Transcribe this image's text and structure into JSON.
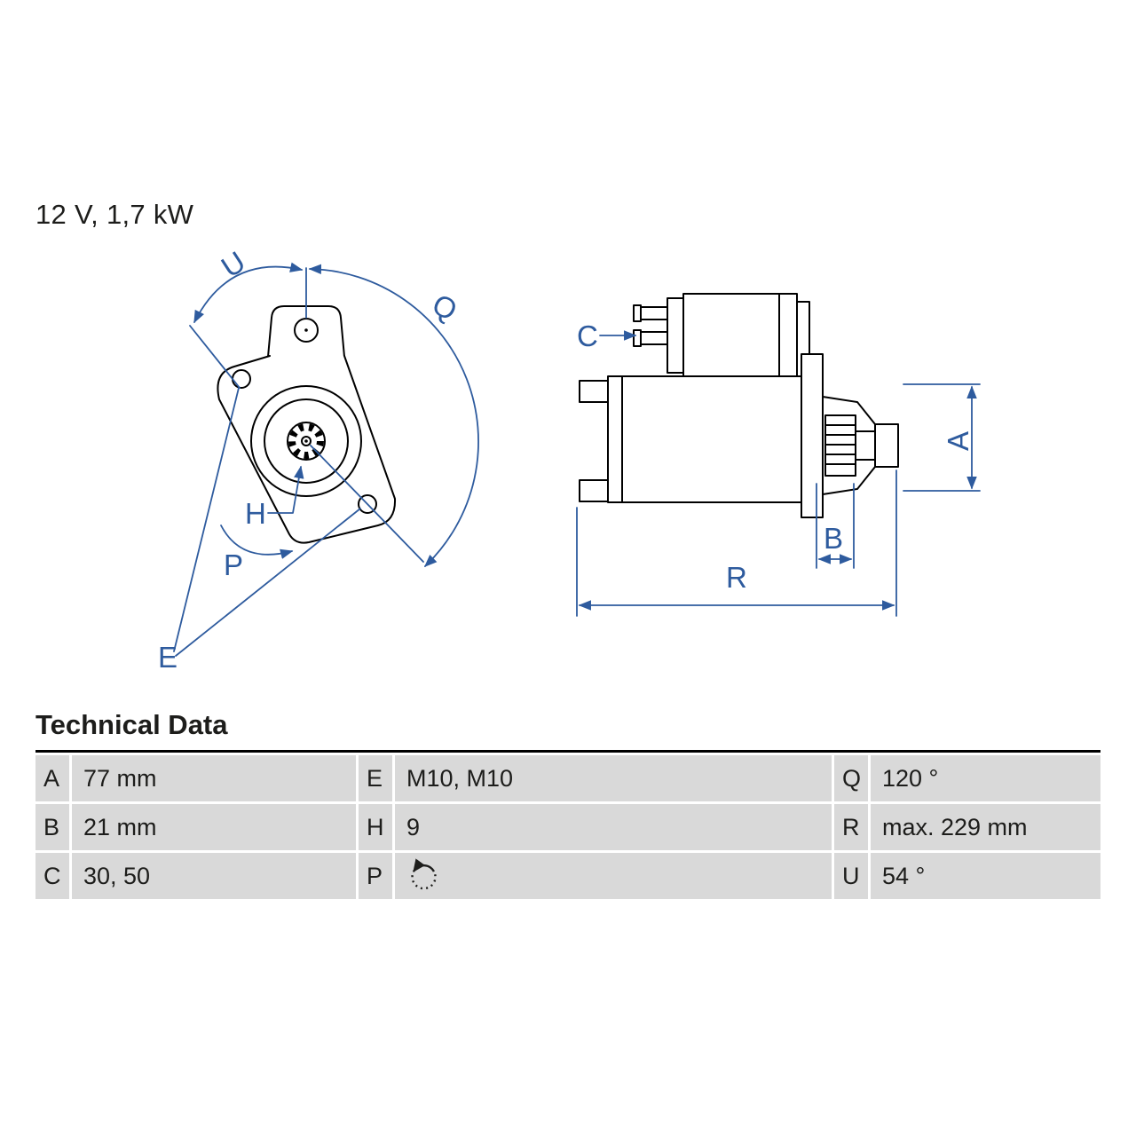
{
  "colors": {
    "accent": "#2E5B9E",
    "ink": "#1D1D1B",
    "table_cell_bg": "#D9D9D9"
  },
  "header": {
    "title": "12 V, 1,7 kW"
  },
  "diagram": {
    "description": "Starter motor technical drawing, front view and side view with dimension callouts",
    "labels": {
      "U": "U",
      "Q": "Q",
      "H": "H",
      "P": "P",
      "E": "E",
      "C": "C",
      "A": "A",
      "B": "B",
      "R": "R"
    }
  },
  "technical_data": {
    "heading": "Technical Data",
    "rows": [
      {
        "cells": [
          {
            "key": "A",
            "value": "77 mm"
          },
          {
            "key": "E",
            "value": "M10, M10"
          },
          {
            "key": "Q",
            "value": "120 °"
          }
        ]
      },
      {
        "cells": [
          {
            "key": "B",
            "value": "21 mm"
          },
          {
            "key": "H",
            "value": "9"
          },
          {
            "key": "R",
            "value": "max. 229 mm"
          }
        ]
      },
      {
        "cells": [
          {
            "key": "C",
            "value": "30, 50"
          },
          {
            "key": "P",
            "value": "",
            "icon": "rotation-direction-icon"
          },
          {
            "key": "U",
            "value": "54 °"
          }
        ]
      }
    ]
  }
}
